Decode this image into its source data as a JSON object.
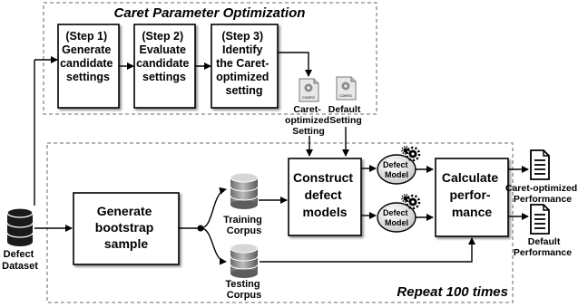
{
  "top_group": {
    "title": "Caret Parameter Optimization"
  },
  "bottom_group": {
    "title": "Repeat 100 times"
  },
  "steps": [
    {
      "lines": [
        "(Step 1)",
        "Generate",
        "candidate",
        "settings"
      ]
    },
    {
      "lines": [
        "(Step 2)",
        "Evaluate",
        "candidate",
        "settings"
      ]
    },
    {
      "lines": [
        "(Step 3)",
        "Identify",
        "the Caret-",
        "optimized",
        "setting"
      ]
    }
  ],
  "config_icons": {
    "icon_text": "CONFIG",
    "caret": {
      "lines": [
        "Caret-",
        "optimized",
        "Setting"
      ]
    },
    "default": {
      "lines": [
        "Default",
        "Setting"
      ]
    }
  },
  "dataset": {
    "lines": [
      "Defect",
      "Dataset"
    ]
  },
  "bootstrap": {
    "lines": [
      "Generate",
      "bootstrap",
      "sample"
    ]
  },
  "training": {
    "lines": [
      "Training",
      "Corpus"
    ]
  },
  "testing": {
    "lines": [
      "Testing",
      "Corpus"
    ]
  },
  "construct": {
    "lines": [
      "Construct",
      "defect",
      "models"
    ]
  },
  "model_top": {
    "lines": [
      "Defect",
      "Model"
    ]
  },
  "model_bottom": {
    "lines": [
      "Defect",
      "Model"
    ]
  },
  "calculate": {
    "lines": [
      "Calculate",
      "perfor-",
      "mance"
    ]
  },
  "perf_caret": {
    "lines": [
      "Caret-optimized",
      "Performance"
    ]
  },
  "perf_default": {
    "lines": [
      "Default",
      "Performance"
    ]
  }
}
